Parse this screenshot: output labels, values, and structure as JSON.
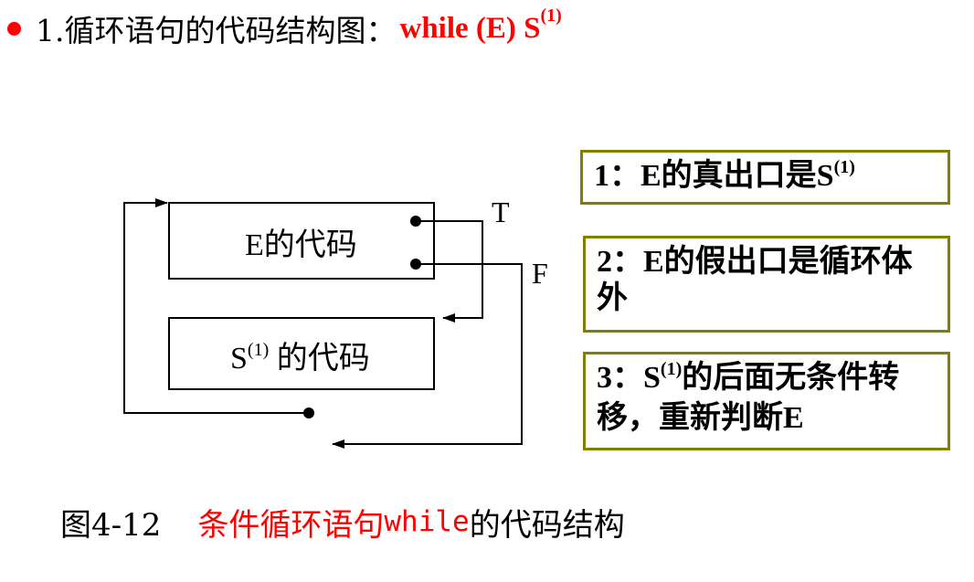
{
  "title": {
    "main": "1.循环语句的代码结构图：",
    "code": "while (E) S",
    "sup": "(1)",
    "bullet_color": "#ff0000"
  },
  "diagram": {
    "box_e": {
      "label": "E的代码"
    },
    "box_s": {
      "label_prefix": "S",
      "label_sup": "(1)",
      "label_suffix": " 的代码"
    },
    "edge_true": "T",
    "edge_false": "F"
  },
  "notes": [
    {
      "prefix": "1：E的真出口是S",
      "sup": "(1)",
      "suffix": ""
    },
    {
      "prefix": "2：E的假出口是循环体外",
      "sup": "",
      "suffix": ""
    },
    {
      "prefix": "3：S",
      "sup": "(1)",
      "suffix": "的后面无条件转移，重新判断E"
    }
  ],
  "caption": {
    "number": "图4-12",
    "red_text": "条件循环语句",
    "mono_text": "while",
    "black_text": "的代码结构"
  },
  "colors": {
    "accent_red": "#ff0000",
    "note_border": "#808000"
  }
}
